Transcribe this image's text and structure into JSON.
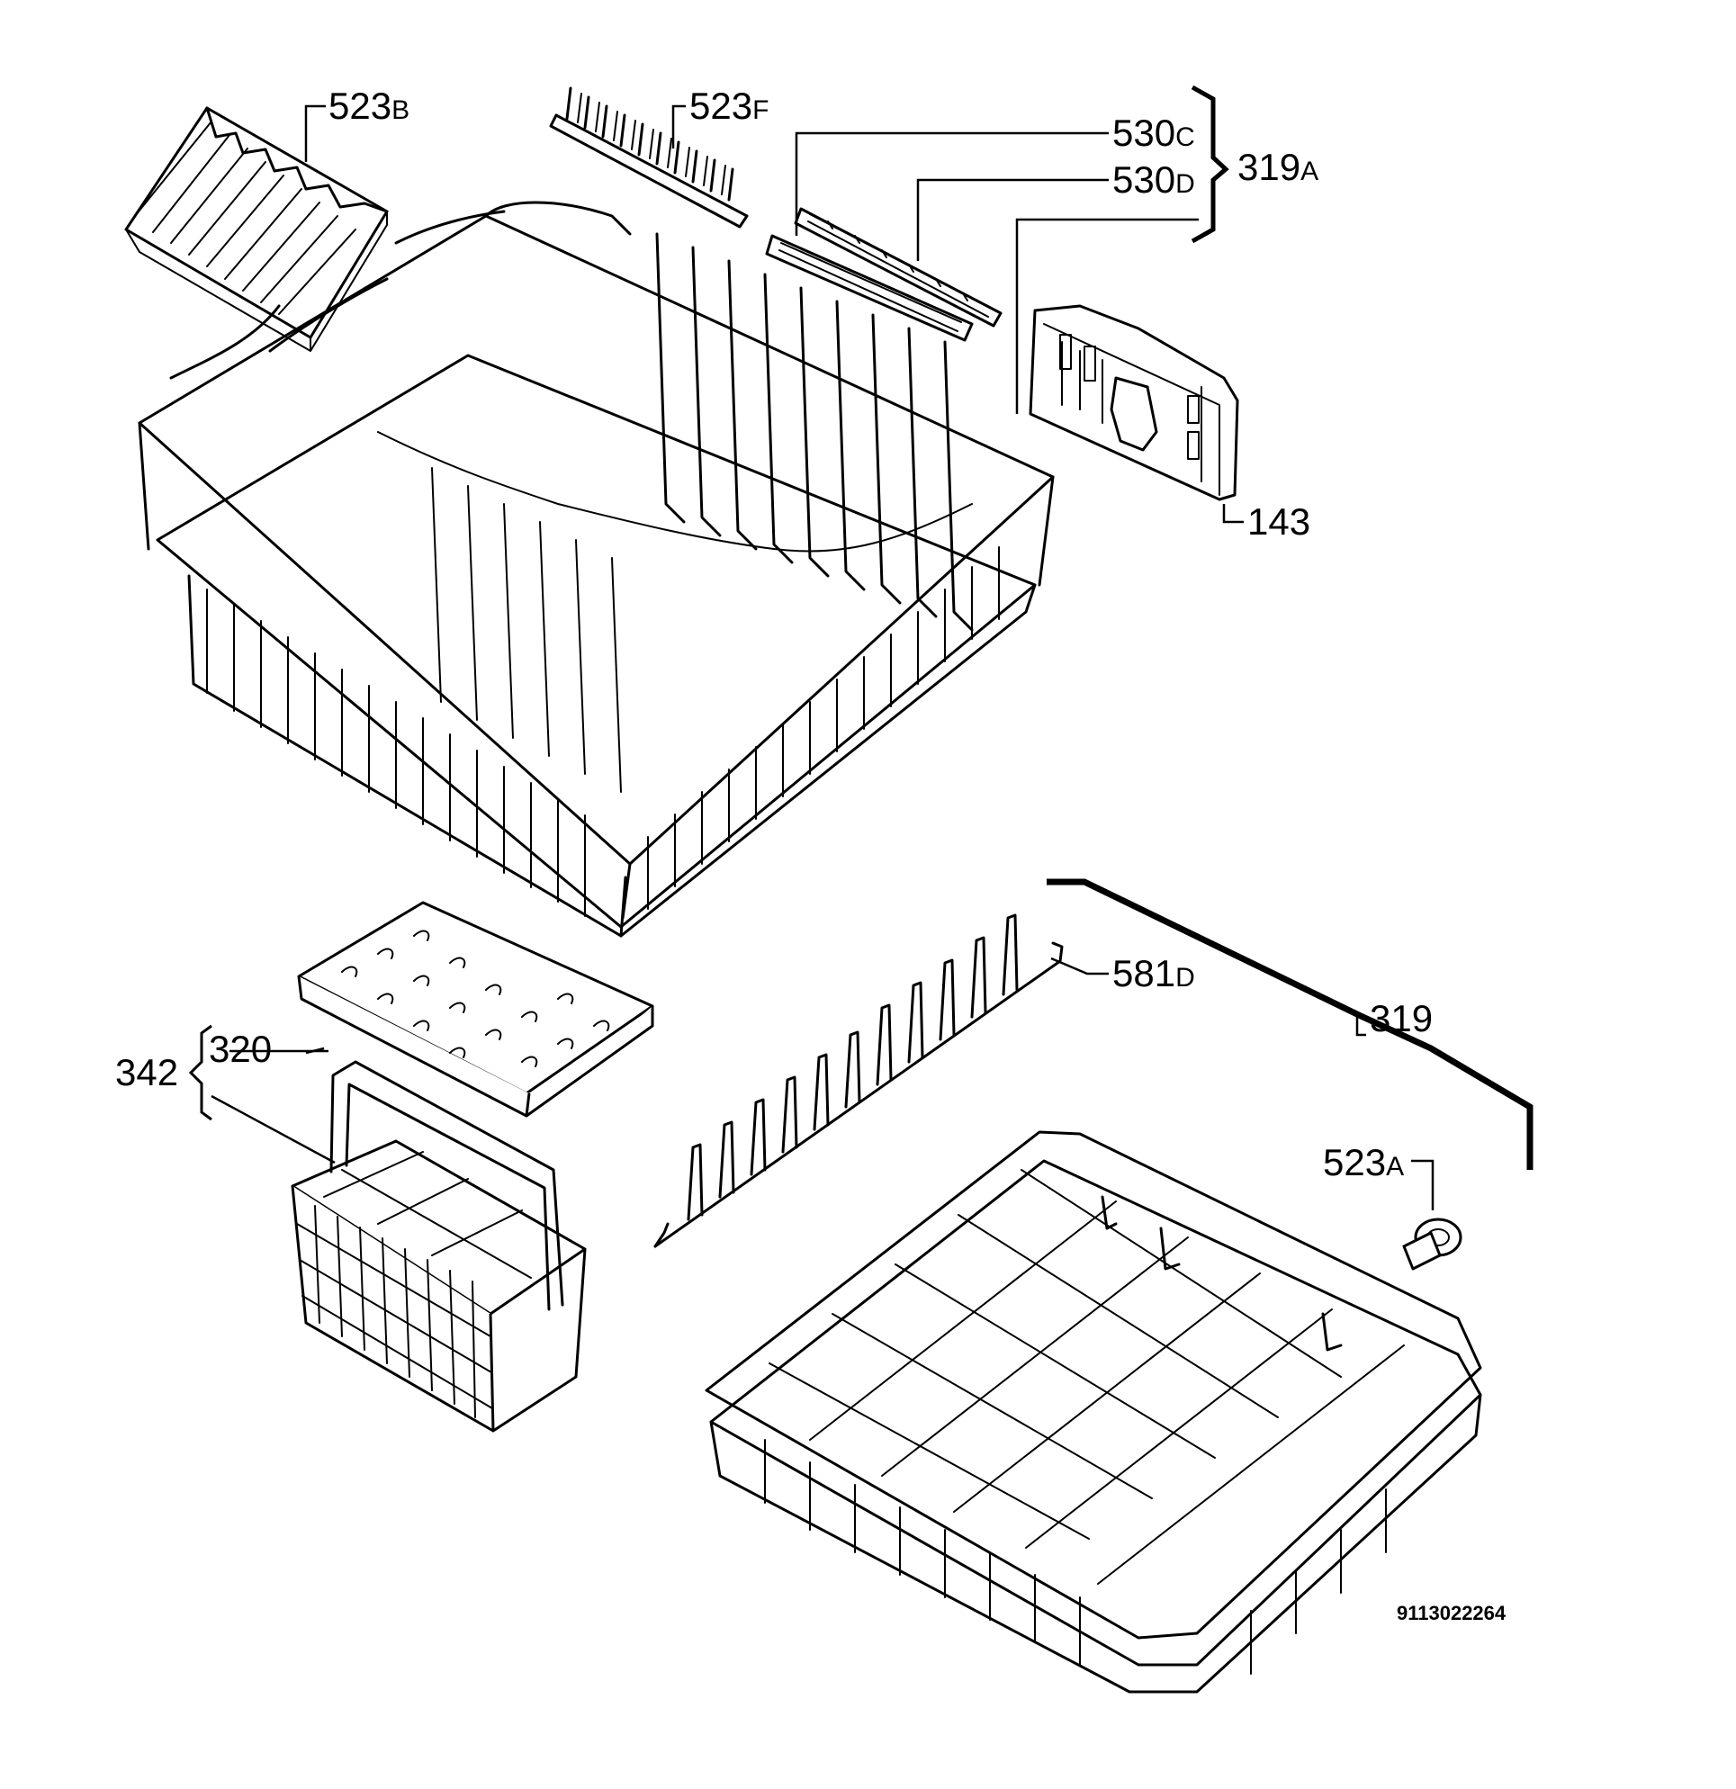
{
  "drawing": {
    "document_number": "9113022264",
    "callouts": [
      {
        "id": "523B",
        "number": "523",
        "suffix": "B"
      },
      {
        "id": "523F",
        "number": "523",
        "suffix": "F"
      },
      {
        "id": "530C",
        "number": "530",
        "suffix": "C"
      },
      {
        "id": "530D",
        "number": "530",
        "suffix": "D"
      },
      {
        "id": "319A",
        "number": "319",
        "suffix": "A"
      },
      {
        "id": "143",
        "number": "143",
        "suffix": ""
      },
      {
        "id": "581D",
        "number": "581",
        "suffix": "D"
      },
      {
        "id": "319",
        "number": "319",
        "suffix": ""
      },
      {
        "id": "342",
        "number": "342",
        "suffix": ""
      },
      {
        "id": "320",
        "number": "320",
        "suffix": ""
      },
      {
        "id": "523A",
        "number": "523",
        "suffix": "A"
      }
    ],
    "parts": [
      {
        "name": "cup-rack-523b-icon"
      },
      {
        "name": "tine-strip-523f-icon"
      },
      {
        "name": "rail-530c-icon"
      },
      {
        "name": "rail-530d-icon"
      },
      {
        "name": "adjuster-bracket-143-icon"
      },
      {
        "name": "upper-basket-icon"
      },
      {
        "name": "cutlery-grid-320-icon"
      },
      {
        "name": "cutlery-basket-342-icon"
      },
      {
        "name": "folding-tines-581d-icon"
      },
      {
        "name": "lower-basket-319-icon"
      },
      {
        "name": "wheel-523a-icon"
      }
    ]
  }
}
